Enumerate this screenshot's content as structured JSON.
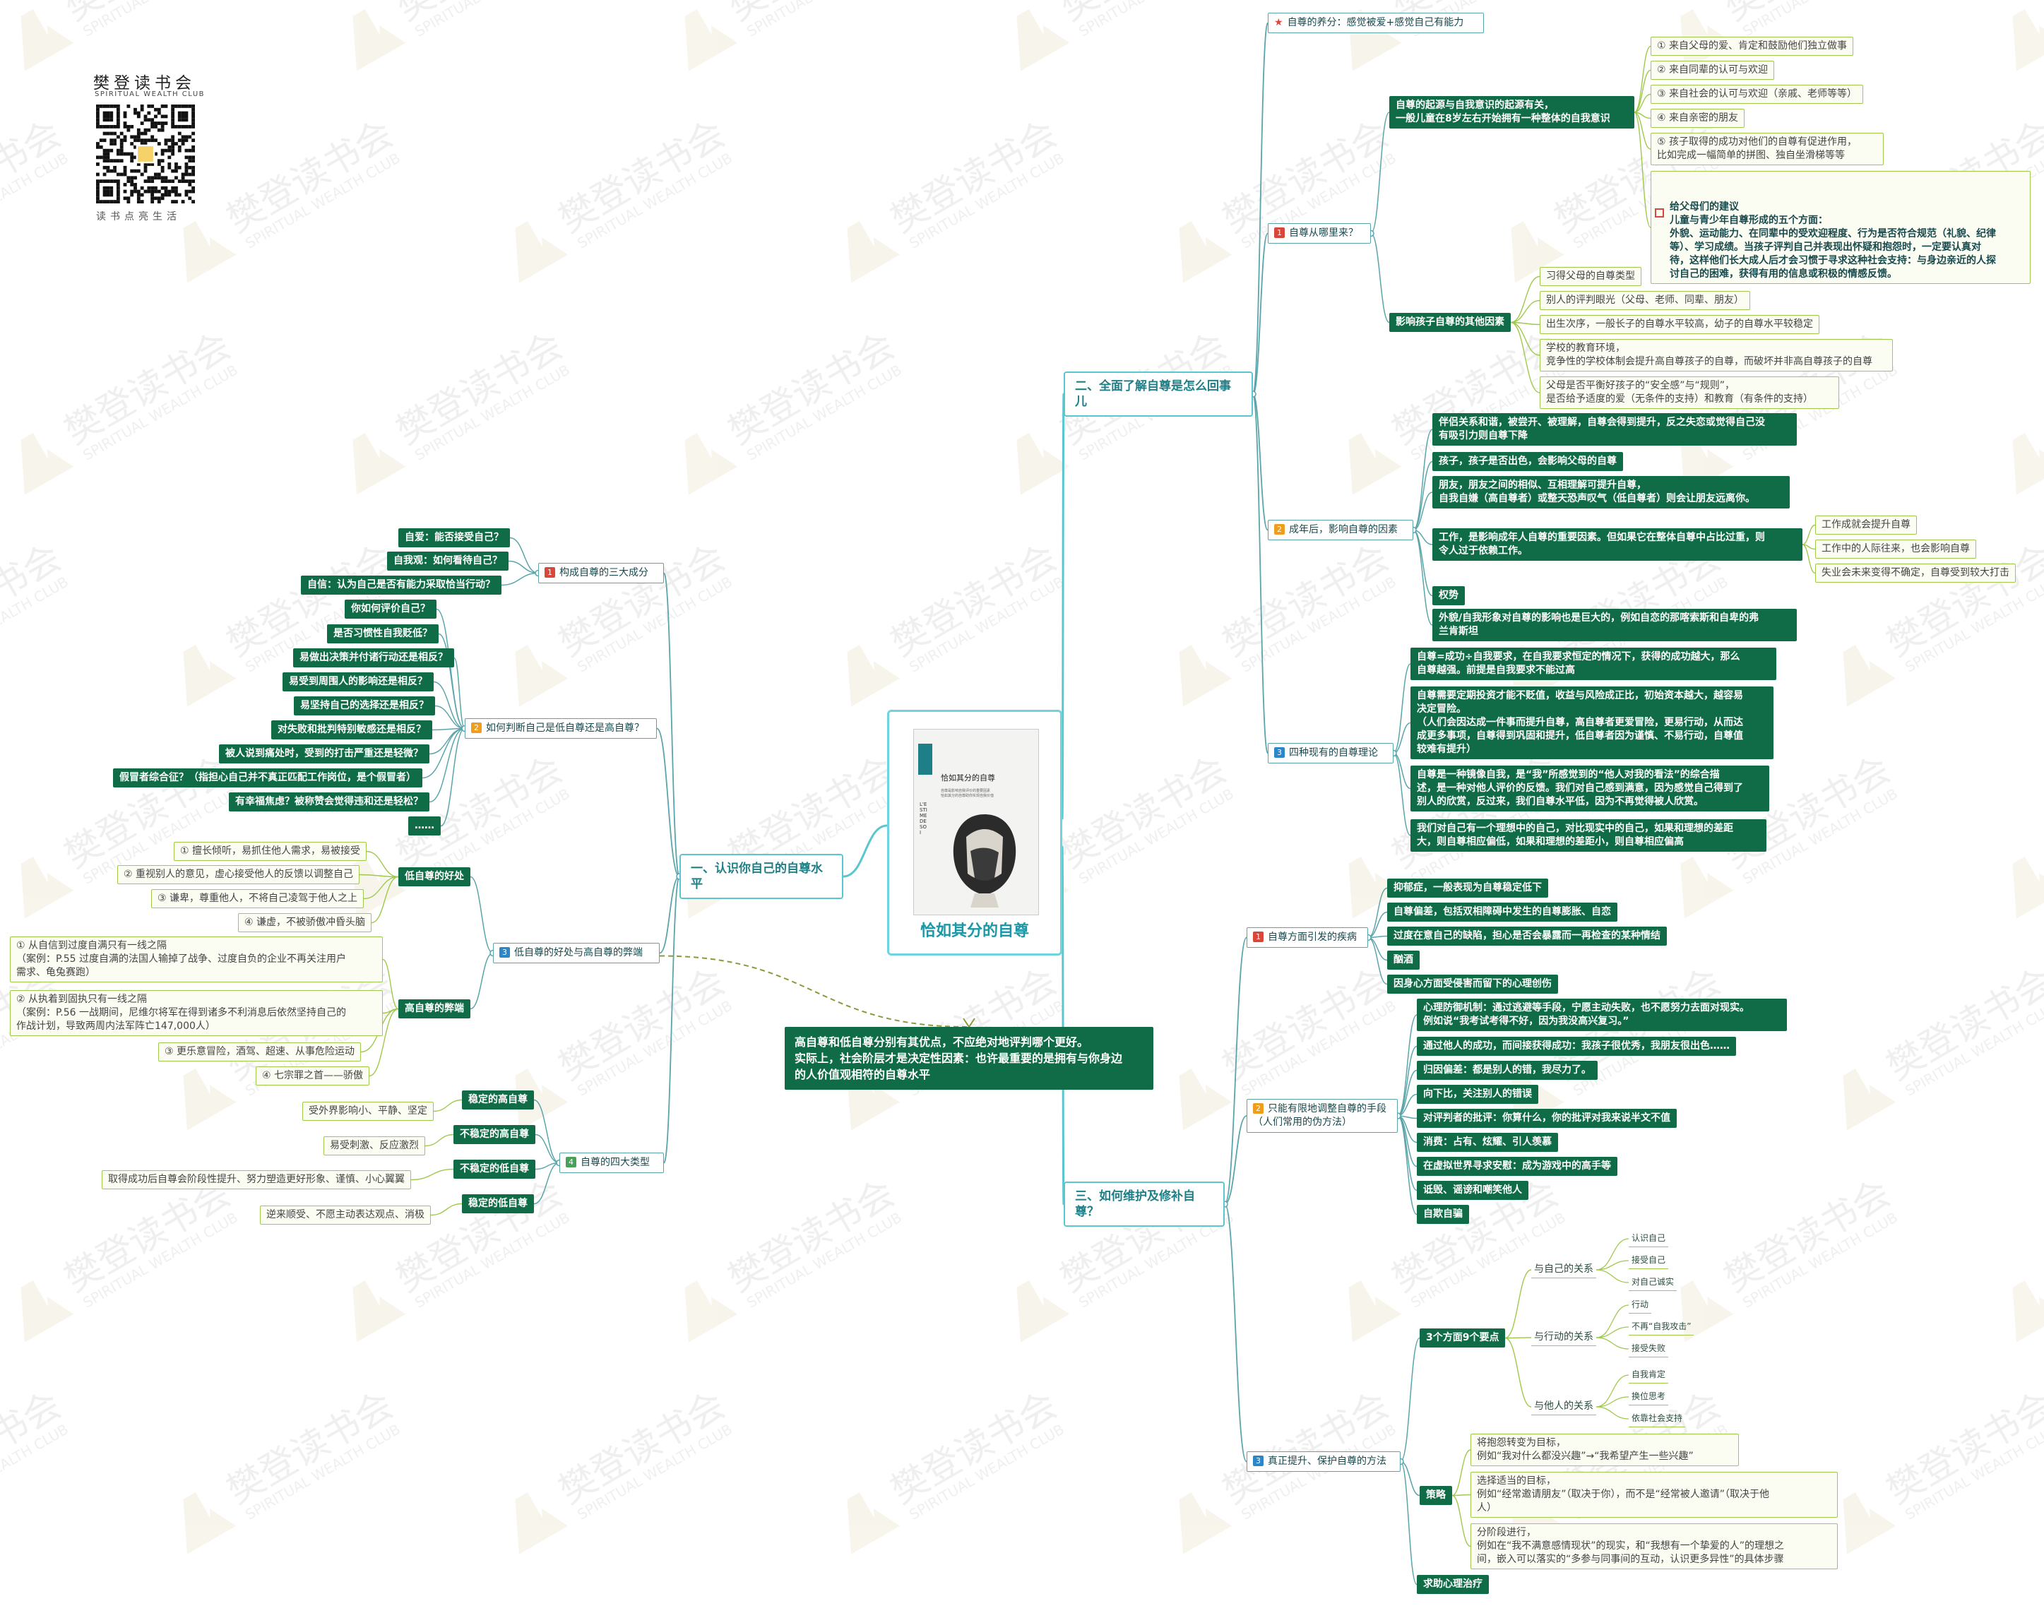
{
  "brand": {
    "name": "樊登读书会",
    "sub": "SPIRITUAL WEALTH CLUB",
    "tagline": "读书点亮生活"
  },
  "center": {
    "title": "恰如其分的自尊",
    "cover_title": "恰如其分的自尊",
    "cover_spine": "L'ESTIME DE SOI",
    "cover_text": "自尊是影响自我评价的重要因素\n恰如其分的自尊助你实现自我价值"
  },
  "watermark": {
    "cn": "樊登读书会",
    "en": "SPIRITUAL WEALTH CLUB"
  },
  "note": "高自尊和低自尊分别有其优点，不应绝对地评判哪个更好。\n实际上，社会阶层才是决定性因素：也许最重要的是拥有与你身边\n的人价值观相符的自尊水平",
  "b1": {
    "title": "一、认识你自己的自尊水平",
    "s1": {
      "num": "1",
      "label": "构成自尊的三大成分",
      "items": [
        "自爱：能否接受自己？",
        "自我观：如何看待自己？",
        "自信：认为自己是否有能力采取恰当行动？"
      ]
    },
    "s2": {
      "num": "2",
      "label": "如何判断自己是低自尊还是高自尊？",
      "items": [
        "你如何评价自己？",
        "是否习惯性自我贬低？",
        "易做出决策并付诸行动还是相反？",
        "易受到周围人的影响还是相反？",
        "易坚持自己的选择还是相反？",
        "对失败和批判特别敏感还是相反？",
        "被人说到痛处时，受到的打击严重还是轻微？",
        "假冒者综合征？（指担心自己并不真正匹配工作岗位，是个假冒者）",
        "有幸福焦虑？被称赞会觉得违和还是轻松？",
        "……"
      ]
    },
    "s3": {
      "num": "3",
      "label": "低自尊的好处与高自尊的弊端",
      "good": {
        "label": "低自尊的好处",
        "items": [
          "① 擅长倾听，易抓住他人需求，易被接受",
          "② 重视别人的意见，虚心接受他人的反馈以调整自己",
          "③ 谦卑，尊重他人，不将自己凌驾于他人之上",
          "④ 谦虚，不被骄傲冲昏头脑"
        ]
      },
      "bad": {
        "label": "高自尊的弊端",
        "items": [
          "① 从自信到过度自满只有一线之隔\n（案例：P.55 过度自满的法国人输掉了战争、过度自负的企业不再关注用户\n需求、龟兔赛跑）",
          "② 从执着到固执只有一线之隔\n（案例：P.56 一战期间，尼维尔将军在得到诸多不利消息后依然坚持自己的\n作战计划，导致两周内法军阵亡147,000人）",
          "③ 更乐意冒险，酒驾、超速、从事危险运动",
          "④ 七宗罪之首——骄傲"
        ]
      }
    },
    "s4": {
      "num": "4",
      "label": "自尊的四大类型",
      "types": [
        {
          "label": "稳定的高自尊",
          "desc": "受外界影响小、平静、坚定"
        },
        {
          "label": "不稳定的高自尊",
          "desc": "易受刺激、反应激烈"
        },
        {
          "label": "不稳定的低自尊",
          "desc": "取得成功后自尊会阶段性提升、努力塑造更好形象、谨慎、小心翼翼"
        },
        {
          "label": "稳定的低自尊",
          "desc": "逆来顺受、不愿主动表达观点、消极"
        }
      ]
    }
  },
  "b2": {
    "title": "二、全面了解自尊是怎么回事儿",
    "star": "自尊的养分：感觉被爱+感觉自己有能力",
    "s1": {
      "num": "1",
      "label": "自尊从哪里来？",
      "origin": "自尊的起源与自我意识的起源有关，\n一般儿童在8岁左右开始拥有一种整体的自我意识",
      "origin_items": [
        "① 来自父母的爱、肯定和鼓励他们独立做事",
        "② 来自同辈的认可与欢迎",
        "③ 来自社会的认可与欢迎（亲戚、老师等等）",
        "④ 来自亲密的朋友",
        "⑤ 孩子取得的成功对他们的自尊有促进作用，\n比如完成一幅简单的拼图、独自坐滑梯等等"
      ],
      "advice": "给父母们的建议\n儿童与青少年自尊形成的五个方面：\n外貌、运动能力、在同辈中的受欢迎程度、行为是否符合规范（礼貌、纪律\n等）、学习成绩。当孩子评判自己并表现出怀疑和抱怨时，一定要认真对\n待，这样他们长大成人后才会习惯于寻求这种社会支持：与身边亲近的人探\n讨自己的困难，获得有用的信息或积极的情感反馈。",
      "other": "影响孩子自尊的其他因素",
      "other_items": [
        "习得父母的自尊类型",
        "别人的评判眼光（父母、老师、同辈、朋友）",
        "出生次序，一般长子的自尊水平较高，幼子的自尊水平较稳定",
        "学校的教育环境，\n竞争性的学校体制会提升高自尊孩子的自尊，而破坏并非高自尊孩子的自尊",
        "父母是否平衡好孩子的“安全感”与“规则”，\n是否给予适度的爱（无条件的支持）和教育（有条件的支持）"
      ]
    },
    "s2": {
      "num": "2",
      "label": "成年后，影响自尊的因素",
      "items": [
        "伴侣关系和谐，被尝开、被理解，自尊会得到提升，反之失恋或觉得自己没\n有吸引力则自尊下降",
        "孩子，孩子是否出色，会影响父母的自尊",
        "朋友，朋友之间的相似、互相理解可提升自尊，\n自我自嫌（高自尊者）或整天恐声叹气（低自尊者）则会让朋友远离你。",
        "工作，是影响成年人自尊的重要因素。但如果它在整体自尊中占比过重，则\n令人过于依赖工作。",
        "权势",
        "外貌/自我形象对自尊的影响也是巨大的，例如自恋的那喀索斯和自卑的弗\n兰肯斯坦"
      ],
      "work_items": [
        "工作成就会提升自尊",
        "工作中的人际往来，也会影响自尊",
        "失业会未来变得不确定，自尊受到较大打击"
      ]
    },
    "s3": {
      "num": "3",
      "label": "四种现有的自尊理论",
      "items": [
        "自尊=成功÷自我要求，在自我要求恒定的情况下，获得的成功越大，那么\n自尊越强。前提是自我要求不能过高",
        "自尊需要定期投资才能不贬值，收益与风险成正比，初始资本越大，越容易\n决定冒险。\n（人们会因达成一件事而提升自尊，高自尊者更爱冒险，更易行动，从而达\n成更多事项，自尊得到巩固和提升，低自尊者因为谨慎、不易行动，自尊值\n较难有提升）",
        "自尊是一种镜像自我，是“我”所感觉到的“他人对我的看法”的综合描\n述，是一种对他人评价的反馈。我们对自己感到满意，因为感觉自己得到了\n别人的欣赏，反过来，我们自尊水平低，因为不再觉得被人欣赏。",
        "我们对自己有一个理想中的自己，对比现实中的自己，如果和理想的差距\n大，则自尊相应偏低，如果和理想的差距小，则自尊相应偏高"
      ]
    }
  },
  "b3": {
    "title": "三、如何维护及修补自尊？",
    "s1": {
      "num": "1",
      "label": "自尊方面引发的疾病",
      "items": [
        "抑郁症，一般表现为自尊稳定低下",
        "自尊偏差，包括双相障碍中发生的自尊膨胀、自恋",
        "过度在意自己的缺陷，担心是否会暴露而一再检查的某种情结",
        "酗酒",
        "因身心方面受侵害而留下的心理创伤"
      ]
    },
    "s2": {
      "num": "2",
      "label": "只能有限地调整自尊的手段\n（人们常用的伪方法）",
      "items": [
        "心理防御机制：通过逃避等手段，宁愿主动失败，也不愿努力去面对现实。\n例如说“我考试考得不好，因为我没高兴复习。”",
        "通过他人的成功，而间接获得成功：我孩子很优秀，我朋友很出色……",
        "归因偏差：都是别人的错，我尽力了。",
        "向下比，关注别人的错误",
        "对评判者的批评：你算什么，你的批评对我来说半文不值",
        "消费：占有、炫耀、引人羡慕",
        "在虚拟世界寻求安慰：成为游戏中的高手等",
        "诋毁、谣谤和嘲笑他人",
        "自欺自骗"
      ]
    },
    "s3": {
      "num": "3",
      "label": "真正提升、保护自尊的方法",
      "pts": "3个方面9个要点",
      "groups": [
        {
          "label": "与自己的关系",
          "items": [
            "认识自己",
            "接受自己",
            "对自己诚实"
          ]
        },
        {
          "label": "与行动的关系",
          "items": [
            "行动",
            "不再“自我攻击”",
            "接受失败"
          ]
        },
        {
          "label": "与他人的关系",
          "items": [
            "自我肯定",
            "换位思考",
            "依靠社会支持"
          ]
        }
      ],
      "strategy": "策略",
      "strategy_items": [
        "将抱怨转变为目标，\n例如“我对什么都没兴趣”→“我希望产生一些兴趣”",
        "选择适当的目标，\n例如“经常邀请朋友”（取决于你），而不是“经常被人邀请”（取决于他\n人）",
        "分阶段进行，\n例如在“我不满意感情现状”的现实，和“我想有一个挚爱的人”的理想之\n间，嵌入可以落实的“多参与同事间的互动，认识更多异性”的具体步骤"
      ],
      "therapy": "求助心理治疗"
    }
  }
}
